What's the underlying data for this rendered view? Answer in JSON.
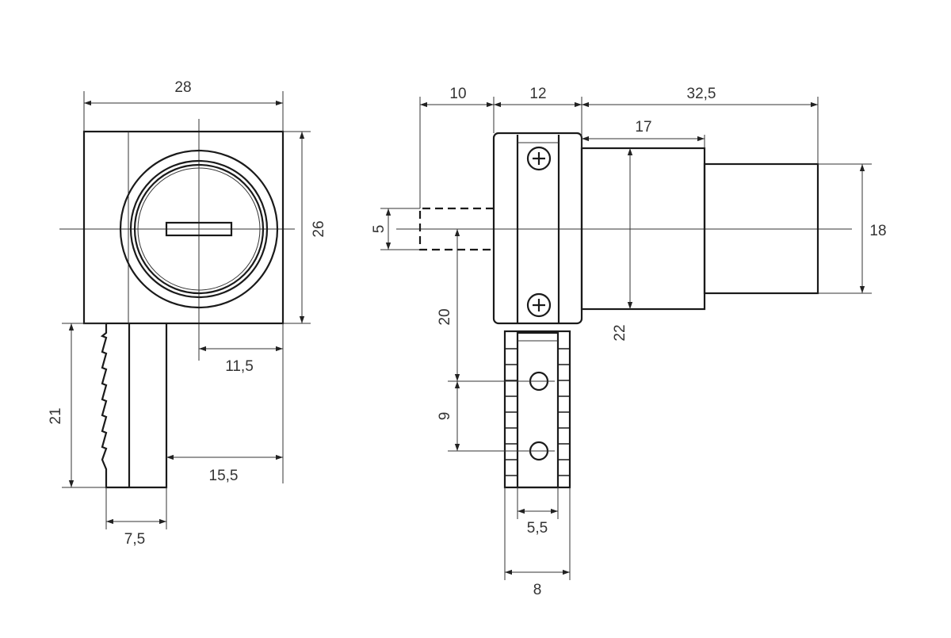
{
  "dimensions": {
    "front_width": "28",
    "front_height": "26",
    "center_to_edge": "11,5",
    "stem_height": "21",
    "stem_to_edge": "15,5",
    "stem_width": "7,5",
    "shaft_length": "10",
    "body_depth": "12",
    "cylinder_length": "32,5",
    "cylinder_collar": "17",
    "shaft_dia": "5",
    "cylinder_dia": "18",
    "collar_dia": "22",
    "center_to_hole": "20",
    "hole_spacing": "9",
    "bracket_inner": "5,5",
    "bracket_outer": "8"
  },
  "colors": {
    "line": "#1a1a1a",
    "dim": "#333333"
  }
}
